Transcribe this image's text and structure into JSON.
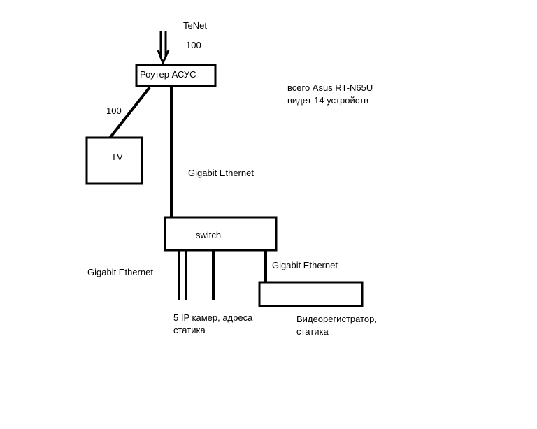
{
  "internet": {
    "name": "TeNet",
    "speed": "100"
  },
  "router": {
    "label": "Роутер АСУС"
  },
  "note": {
    "line1": "всего Asus RT-N65U",
    "line2": "видет 14 устройств"
  },
  "tv": {
    "label": "TV",
    "link_speed": "100"
  },
  "router_switch_link": {
    "label": "Gigabit Ethernet"
  },
  "switch": {
    "label": "switch"
  },
  "cameras": {
    "link_label": "Gigabit Ethernet",
    "line1": "5 IP камер, адреса",
    "line2": "статика"
  },
  "dvr": {
    "link_label": "Gigabit Ethernet",
    "line1": "Видеорегистратор,",
    "line2": "статика"
  },
  "colors": {
    "stroke": "#000000",
    "background": "#ffffff"
  }
}
